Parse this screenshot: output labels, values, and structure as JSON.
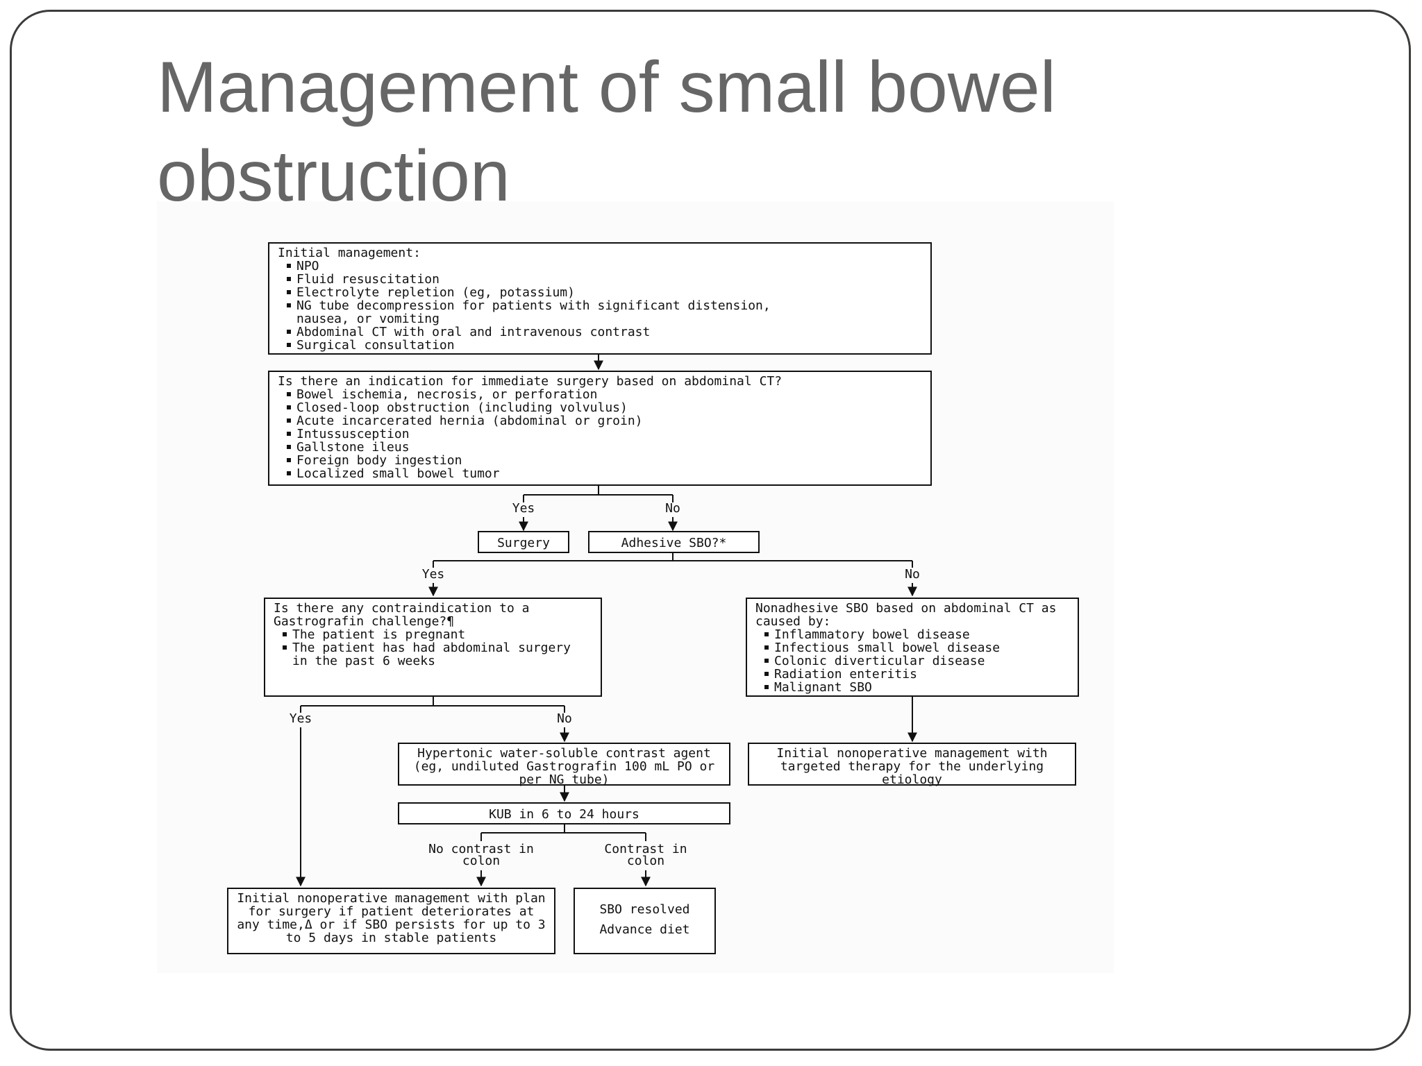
{
  "slide": {
    "title": "Management of small bowel obstruction"
  },
  "flowchart": {
    "initial_management": {
      "heading": "Initial management:",
      "items": [
        "NPO",
        "Fluid resuscitation",
        "Electrolyte repletion (eg, potassium)",
        "NG tube decompression for patients with significant distension, nausea, or vomiting",
        "Abdominal CT with oral and intravenous contrast",
        "Surgical consultation"
      ]
    },
    "immediate_surgery_question": {
      "heading": "Is there an indication for immediate surgery based on abdominal CT?",
      "items": [
        "Bowel ischemia, necrosis, or perforation",
        "Closed-loop obstruction (including volvulus)",
        "Acute incarcerated hernia (abdominal or groin)",
        "Intussusception",
        "Gallstone ileus",
        "Foreign body ingestion",
        "Localized small bowel tumor"
      ]
    },
    "surgery_box": "Surgery",
    "adhesive_sbo_box": "Adhesive SBO?*",
    "contraindication_question": {
      "heading": "Is there any contraindication to a Gastrografin challenge?¶",
      "items": [
        "The patient is pregnant",
        "The patient has had abdominal surgery in the past 6 weeks"
      ]
    },
    "nonadhesive_sbo": {
      "heading": "Nonadhesive SBO based on abdominal CT as caused by:",
      "items": [
        "Inflammatory bowel disease",
        "Infectious small bowel disease",
        "Colonic diverticular disease",
        "Radiation enteritis",
        "Malignant SBO"
      ]
    },
    "hypertonic_contrast_box": "Hypertonic water-soluble contrast agent (eg, undiluted Gastrografin 100 mL PO or per NG tube)",
    "targeted_therapy_box": "Initial nonoperative management with targeted therapy for the underlying etiology",
    "kub_box": "KUB in 6 to 24 hours",
    "nonoperative_plan_box": "Initial nonoperative management with plan for surgery if patient deteriorates at any time,Δ or if SBO persists for up to 3 to 5 days in stable patients",
    "sbo_resolved_box": {
      "line1": "SBO resolved",
      "line2": "Advance diet"
    },
    "labels": {
      "yes_surgery": "Yes",
      "no_adhesive": "No",
      "yes_adhesive": "Yes",
      "no_adhesive_branch": "No",
      "yes_contraindication": "Yes",
      "no_contraindication": "No",
      "no_contrast_in_colon": "No contrast in colon",
      "contrast_in_colon": "Contrast in colon"
    }
  }
}
